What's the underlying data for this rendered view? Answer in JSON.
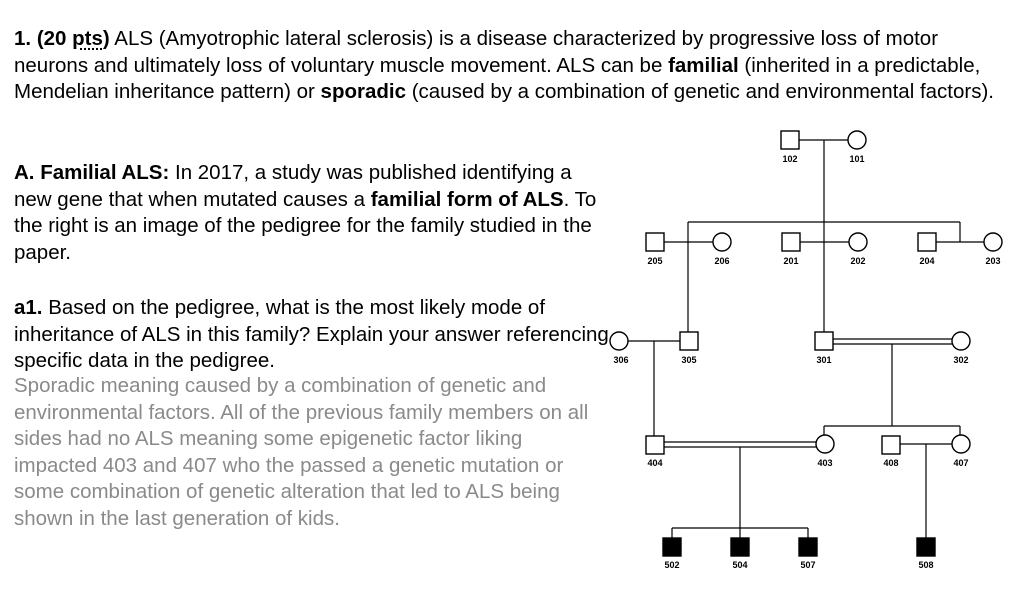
{
  "q1": {
    "number": "1.",
    "points": "(20 ",
    "points_abbr": "pts",
    "points_close": ")",
    "text1": " ALS (Amyotrophic lateral sclerosis) is a disease characterized by progressive loss of motor neurons and ultimately loss of voluntary muscle movement.  ALS can be ",
    "familial": "familial",
    "text2": " (inherited in a predictable, Mendelian inheritance pattern) or ",
    "sporadic": "sporadic",
    "text3": " (caused by a combination of genetic and environmental factors)."
  },
  "partA": {
    "heading": "A. Familial ALS:",
    "text1": "  In 2017, a study was published identifying a new gene that when mutated causes a ",
    "bold": "familial form of ALS",
    "text2": ". To the right is an image of the pedigree for the family studied in the paper."
  },
  "a1": {
    "label": "a1.",
    "question": "  Based on the pedigree, what is the most likely mode of inheritance of ALS in this family?  Explain your answer referencing specific data in the pedigree.",
    "answer": "Sporadic meaning caused by a combination of genetic and environmental factors. All of the previous family members on all sides had no ALS meaning some epigenetic factor liking impacted 403 and 407 who the passed a genetic mutation or some combination of genetic alteration that led to ALS being shown in the last generation of kids."
  },
  "pedigree": {
    "ids": {
      "i102": "102",
      "i101": "101",
      "i205": "205",
      "i206": "206",
      "i201": "201",
      "i202": "202",
      "i204": "204",
      "i203": "203",
      "i306": "306",
      "i305": "305",
      "i301": "301",
      "i302": "302",
      "i404": "404",
      "i403": "403",
      "i408": "408",
      "i407": "407",
      "i502": "502",
      "i504": "504",
      "i507": "507",
      "i508": "508"
    }
  }
}
